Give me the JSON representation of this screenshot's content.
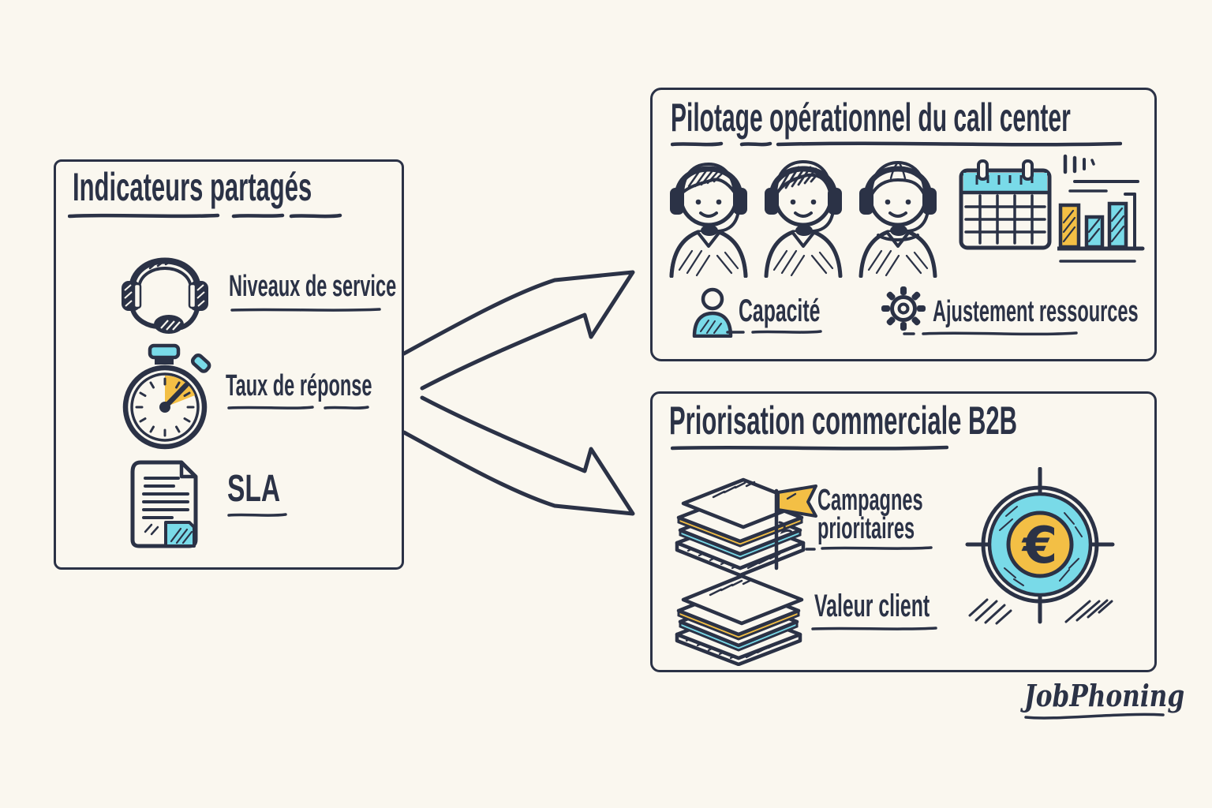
{
  "colors": {
    "background": "#FAF7EF",
    "ink": "#2B3246",
    "accent_yellow": "#F3BF45",
    "accent_cyan": "#79DAE8"
  },
  "panels": {
    "indicators": {
      "title": "Indicateurs partagés",
      "items": [
        {
          "icon": "headset-icon",
          "label": "Niveaux de service"
        },
        {
          "icon": "stopwatch-icon",
          "label": "Taux de réponse"
        },
        {
          "icon": "document-icon",
          "label": "SLA"
        }
      ]
    },
    "pilotage": {
      "title": "Pilotage opérationnel du call center",
      "illustrations": [
        "call-agents",
        "calendar",
        "bar-chart"
      ],
      "items": [
        {
          "icon": "person-icon",
          "label": "Capacité"
        },
        {
          "icon": "gear-icon",
          "label": "Ajustement ressources"
        }
      ]
    },
    "priorisation": {
      "title": "Priorisation commerciale B2B",
      "illustrations": [
        "euro-target"
      ],
      "euro_symbol": "€",
      "items": [
        {
          "icon": "flagged-paper-stack-icon",
          "label_line1": "Campagnes",
          "label_line2": "prioritaires"
        },
        {
          "icon": "paper-stack-icon",
          "label": "Valeur client"
        }
      ]
    }
  },
  "logo": {
    "text": "JobPhoning"
  }
}
